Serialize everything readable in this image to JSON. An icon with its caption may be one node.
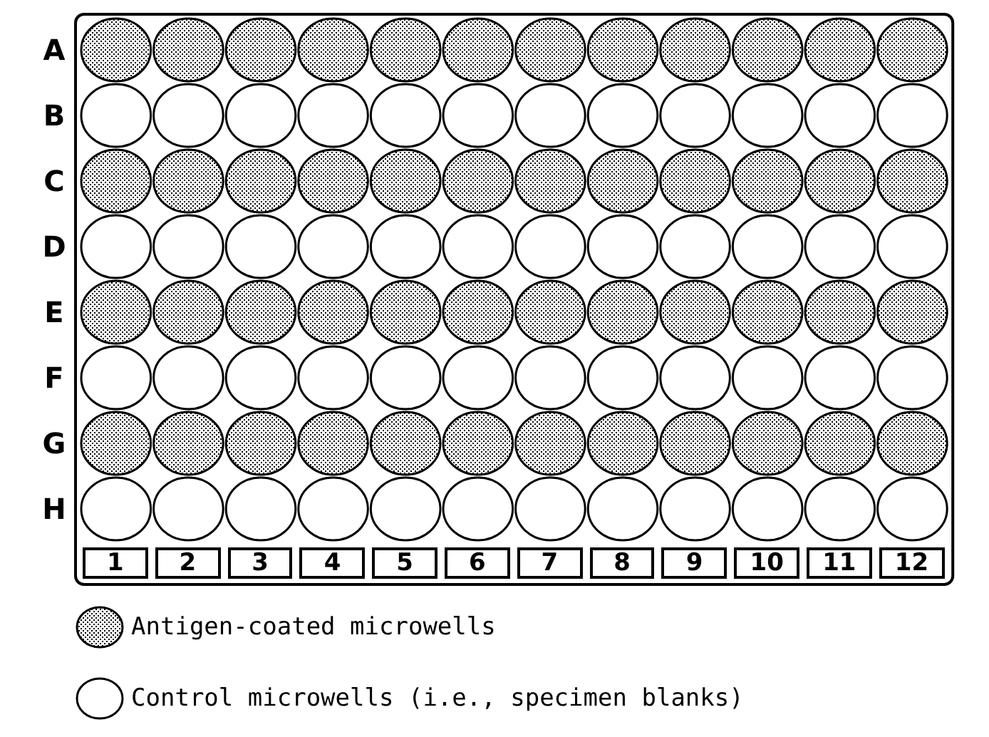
{
  "diagram": {
    "nodes": [
      {
        "text": [
          "1"
        ]
      },
      {
        "text": [
          "2"
        ]
      },
      {
        "text": [
          "3"
        ]
      },
      {
        "text": [
          "4"
        ]
      },
      {
        "text": [
          "5"
        ]
      },
      {
        "text": [
          "6"
        ]
      },
      {
        "text": [
          "7"
        ]
      },
      {
        "text": [
          "8"
        ]
      },
      {
        "text": [
          "9"
        ]
      },
      {
        "text": [
          "10"
        ]
      },
      {
        "text": [
          "11"
        ]
      },
      {
        "text": [
          "12"
        ]
      }
    ],
    "labels": [
      "A",
      "B",
      "C",
      "D",
      "E",
      "F",
      "G",
      "H"
    ],
    "legend": [
      {
        "text": "Antigen-coated microwells"
      },
      {
        "text": "Control microwells (i.e., specimen blanks)"
      }
    ]
  }
}
